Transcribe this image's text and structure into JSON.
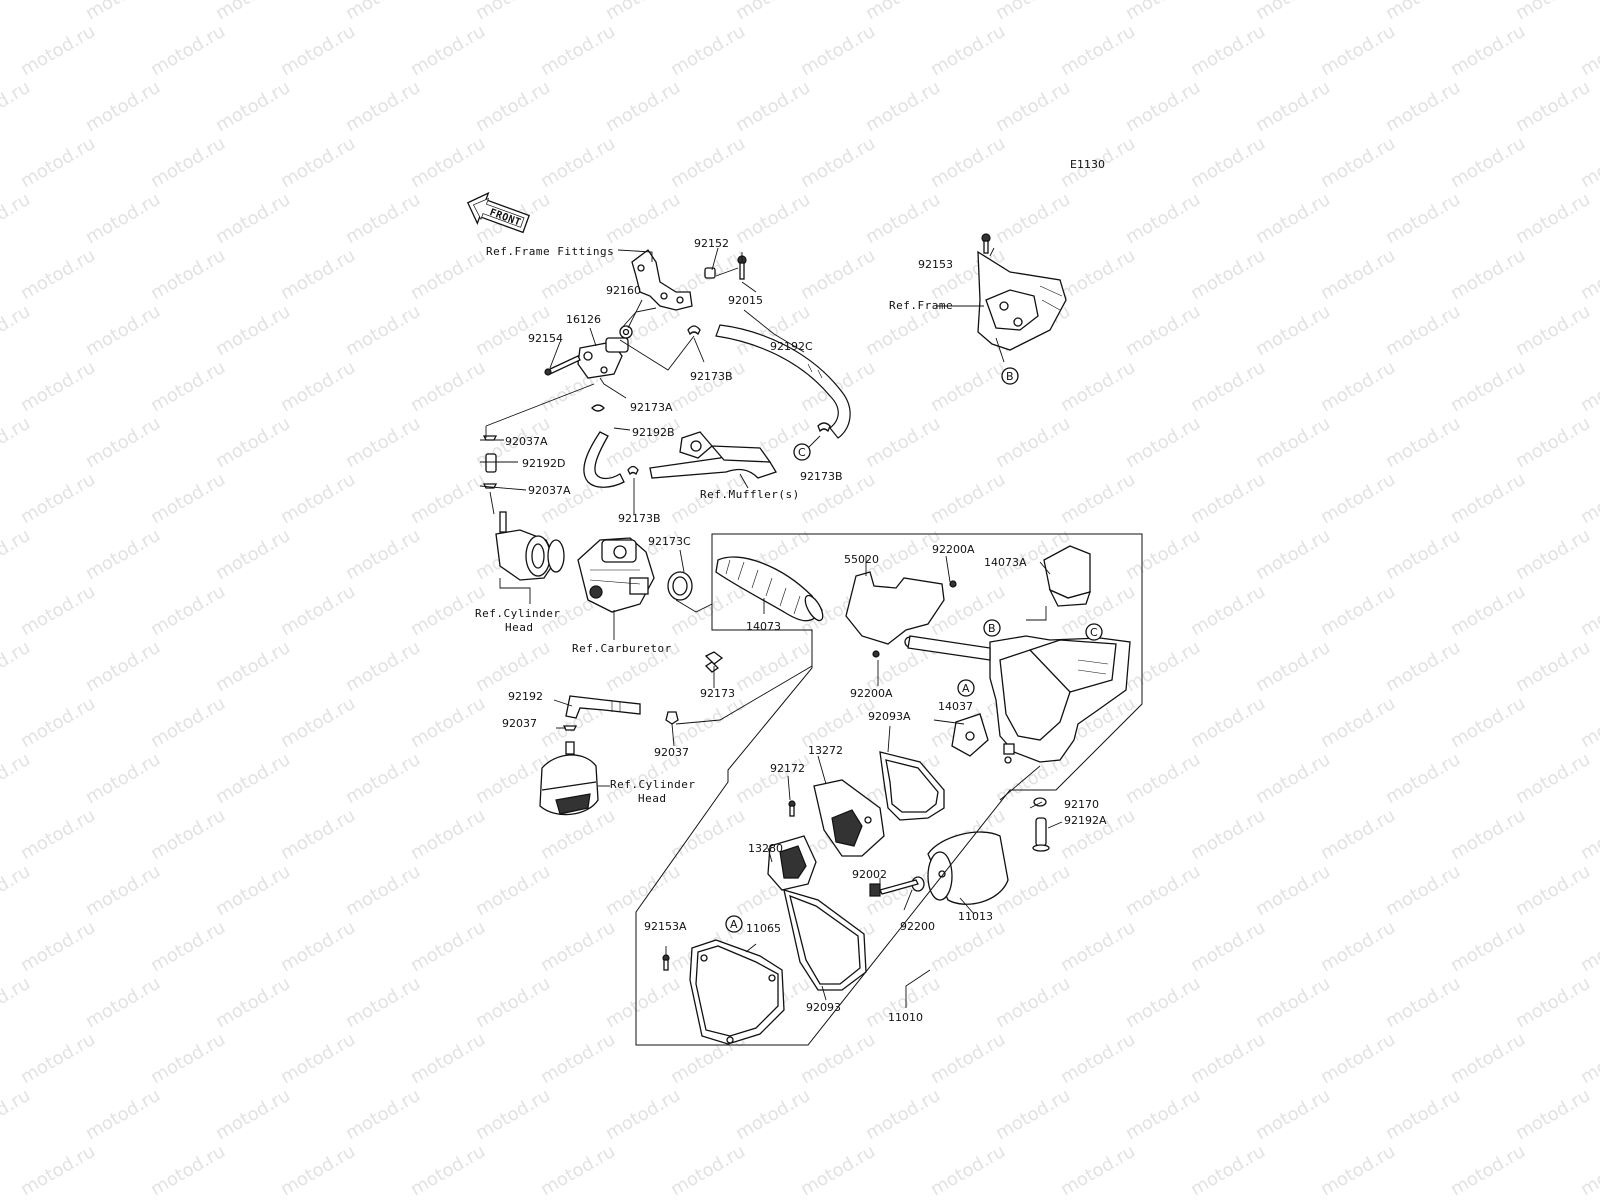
{
  "diagram": {
    "code": "E1130",
    "front_arrow": "FRONT",
    "watermark": "motod.ru",
    "labels": [
      {
        "id": "ref-frame-fittings",
        "text": "Ref.Frame Fittings"
      },
      {
        "id": "p92152",
        "text": "92152"
      },
      {
        "id": "p92015",
        "text": "92015"
      },
      {
        "id": "p92160",
        "text": "92160"
      },
      {
        "id": "p16126",
        "text": "16126"
      },
      {
        "id": "p92154",
        "text": "92154"
      },
      {
        "id": "p92173b-a",
        "text": "92173B"
      },
      {
        "id": "p92192c",
        "text": "92192C"
      },
      {
        "id": "p92173a",
        "text": "92173A"
      },
      {
        "id": "p92192b",
        "text": "92192B"
      },
      {
        "id": "p92037a-a",
        "text": "92037A"
      },
      {
        "id": "p92192d",
        "text": "92192D"
      },
      {
        "id": "p92037a-b",
        "text": "92037A"
      },
      {
        "id": "p92173b-b",
        "text": "92173B"
      },
      {
        "id": "p92173b-c",
        "text": "92173B"
      },
      {
        "id": "ref-mufflers",
        "text": "Ref.Muffler(s)"
      },
      {
        "id": "p92153",
        "text": "92153"
      },
      {
        "id": "ref-frame",
        "text": "Ref.Frame"
      },
      {
        "id": "p92173c",
        "text": "92173C"
      },
      {
        "id": "ref-cylinder-head-a1",
        "text": "Ref.Cylinder"
      },
      {
        "id": "ref-cylinder-head-a2",
        "text": "Head"
      },
      {
        "id": "ref-carburetor",
        "text": "Ref.Carburetor"
      },
      {
        "id": "p14073",
        "text": "14073"
      },
      {
        "id": "p55020",
        "text": "55020"
      },
      {
        "id": "p92200a-a",
        "text": "92200A"
      },
      {
        "id": "p14073a",
        "text": "14073A"
      },
      {
        "id": "p92173",
        "text": "92173"
      },
      {
        "id": "p92200a-b",
        "text": "92200A"
      },
      {
        "id": "p92192",
        "text": "92192"
      },
      {
        "id": "p92037-a",
        "text": "92037"
      },
      {
        "id": "p92037-b",
        "text": "92037"
      },
      {
        "id": "ref-cylinder-head-b1",
        "text": "Ref.Cylinder"
      },
      {
        "id": "ref-cylinder-head-b2",
        "text": "Head"
      },
      {
        "id": "p14037",
        "text": "14037"
      },
      {
        "id": "p92093a",
        "text": "92093A"
      },
      {
        "id": "p13272",
        "text": "13272"
      },
      {
        "id": "p92172",
        "text": "92172"
      },
      {
        "id": "p13280",
        "text": "13280"
      },
      {
        "id": "p92170",
        "text": "92170"
      },
      {
        "id": "p92192a",
        "text": "92192A"
      },
      {
        "id": "p92002",
        "text": "92002"
      },
      {
        "id": "p92200",
        "text": "92200"
      },
      {
        "id": "p11013",
        "text": "11013"
      },
      {
        "id": "p92153a",
        "text": "92153A"
      },
      {
        "id": "p11065",
        "text": "11065"
      },
      {
        "id": "p92093",
        "text": "92093"
      },
      {
        "id": "p11010",
        "text": "11010"
      }
    ],
    "callouts": [
      {
        "id": "callout-b-1",
        "letter": "B"
      },
      {
        "id": "callout-c-1",
        "letter": "C"
      },
      {
        "id": "callout-b-2",
        "letter": "B"
      },
      {
        "id": "callout-c-2",
        "letter": "C"
      },
      {
        "id": "callout-a-1",
        "letter": "A"
      },
      {
        "id": "callout-a-2",
        "letter": "A"
      }
    ]
  }
}
